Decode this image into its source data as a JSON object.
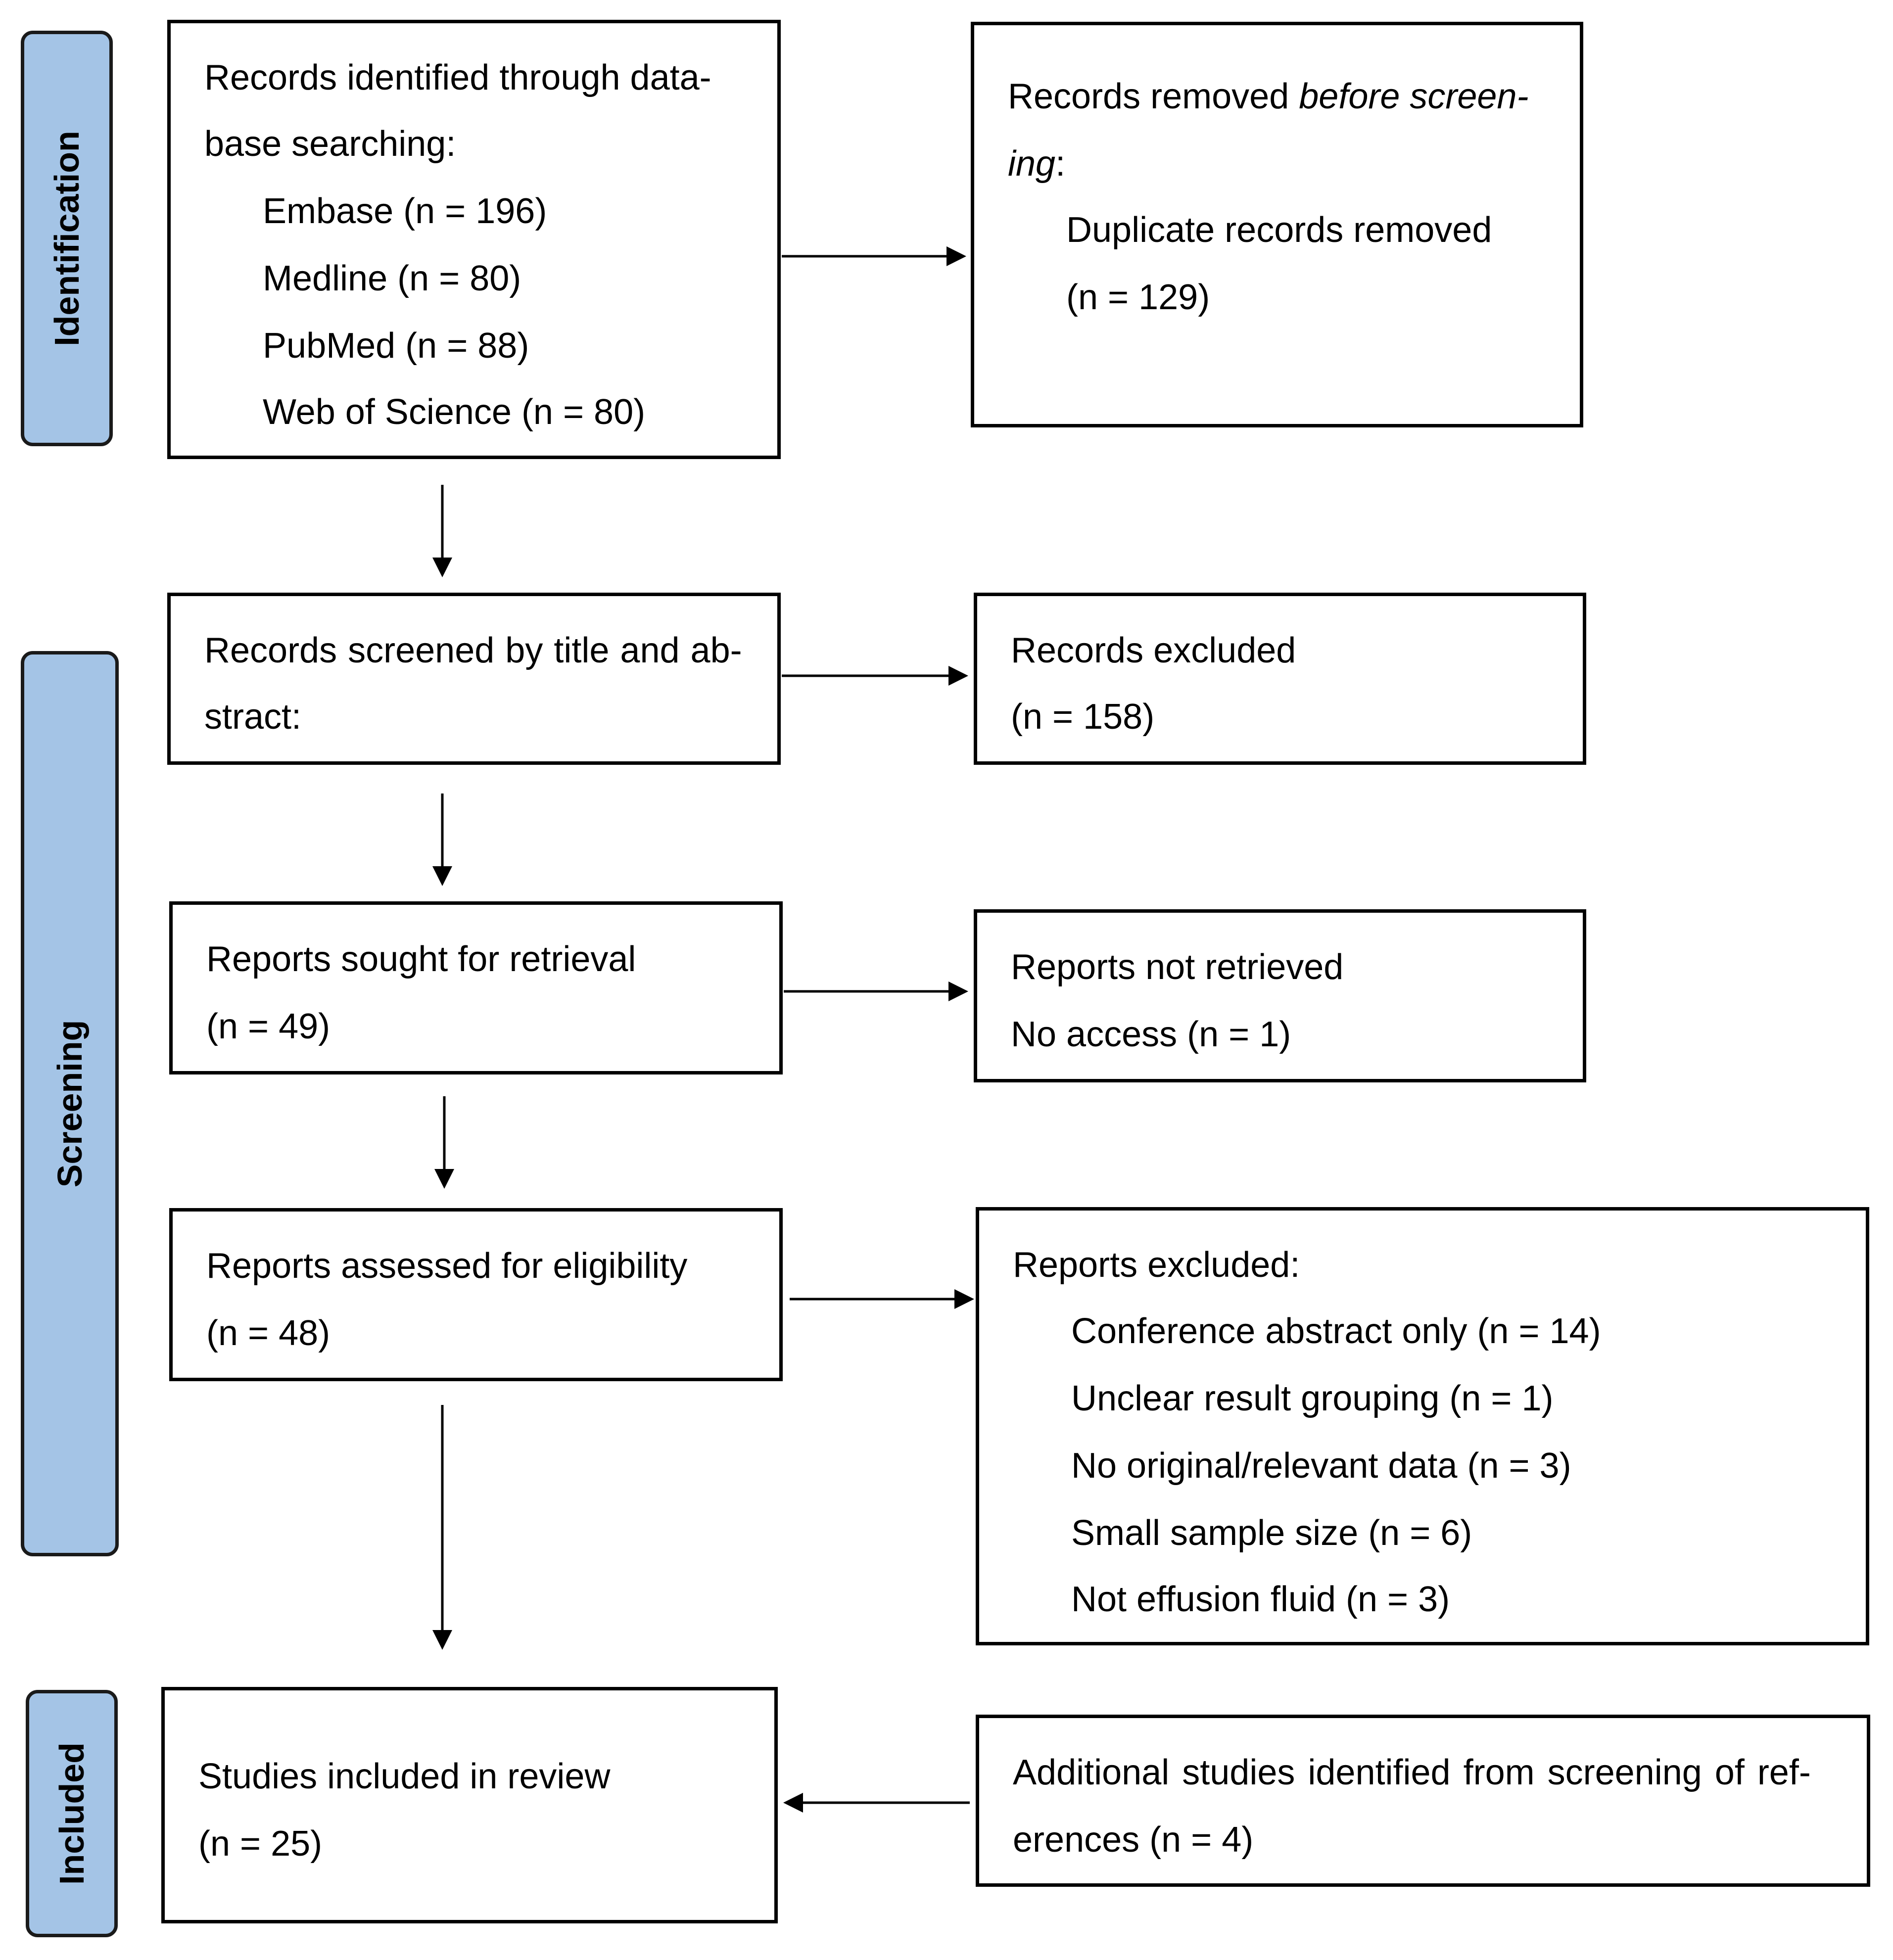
{
  "phases": {
    "identification": "Identification",
    "screening": "Screening",
    "included": "Included"
  },
  "identified": {
    "heading_1": "Records identified through data-",
    "heading_2": "base searching:",
    "sources": [
      "Embase (n = 196)",
      "Medline (n = 80)",
      "PubMed (n = 88)",
      "Web of Science (n = 80)"
    ]
  },
  "removed": {
    "line1_prefix": "Records removed ",
    "line1_italic": "before screen-",
    "line2_italic": "ing",
    "line2_suffix": ":",
    "item_1": "Duplicate records removed",
    "item_2": "(n = 129)"
  },
  "screened": {
    "line_1": "Records screened by title and ab-",
    "line_2": "stract:"
  },
  "excluded_records": {
    "line_1": "Records excluded",
    "line_2": "(n = 158)"
  },
  "sought": {
    "line_1": "Reports sought for retrieval",
    "line_2": "(n = 49)"
  },
  "not_retrieved": {
    "line_1": "Reports not retrieved",
    "line_2": "No access (n = 1)"
  },
  "assessed": {
    "line_1": "Reports assessed for eligibility",
    "line_2": "(n = 48)"
  },
  "excluded_reports": {
    "heading": "Reports excluded:",
    "reasons": [
      "Conference abstract only (n = 14)",
      "Unclear result grouping (n = 1)",
      "No original/relevant data (n = 3)",
      "Small sample size (n = 6)",
      "Not effusion fluid (n = 3)"
    ]
  },
  "included": {
    "line_1": "Studies included in review",
    "line_2": "(n = 25)"
  },
  "additional": {
    "line_1": "Additional studies identified from screening of ref-",
    "line_2": "erences (n = 4)"
  }
}
